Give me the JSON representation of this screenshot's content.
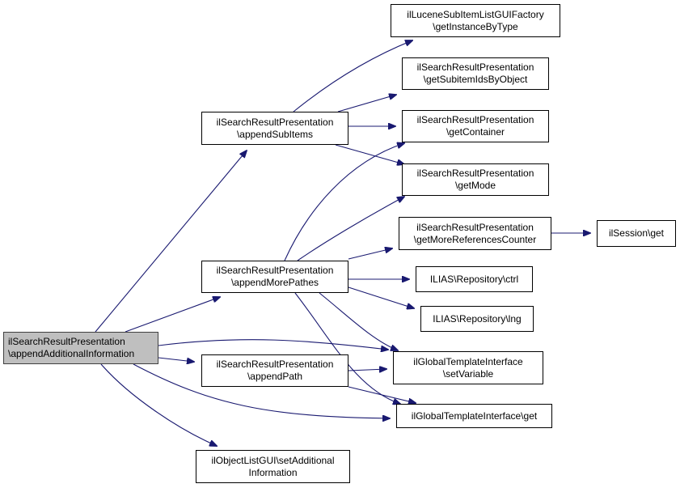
{
  "graph": {
    "type": "call-graph",
    "edge_color": "#191970",
    "root_fill": "#bfbfbf",
    "nodes": [
      {
        "id": "root",
        "lines": [
          "ilSearchResultPresentation",
          "\\appendAdditionalInformation"
        ],
        "root": true
      },
      {
        "id": "appendSubItems",
        "lines": [
          "ilSearchResultPresentation",
          "\\appendSubItems"
        ]
      },
      {
        "id": "appendMorePathes",
        "lines": [
          "ilSearchResultPresentation",
          "\\appendMorePathes"
        ]
      },
      {
        "id": "appendPath",
        "lines": [
          "ilSearchResultPresentation",
          "\\appendPath"
        ]
      },
      {
        "id": "setAdditionalInformation",
        "lines": [
          "ilObjectListGUI\\setAdditional",
          "Information"
        ]
      },
      {
        "id": "getInstanceByType",
        "lines": [
          "ilLuceneSubItemListGUIFactory",
          "\\getInstanceByType"
        ]
      },
      {
        "id": "getSubitemIdsByObject",
        "lines": [
          "ilSearchResultPresentation",
          "\\getSubitemIdsByObject"
        ]
      },
      {
        "id": "getContainer",
        "lines": [
          "ilSearchResultPresentation",
          "\\getContainer"
        ]
      },
      {
        "id": "getMode",
        "lines": [
          "ilSearchResultPresentation",
          "\\getMode"
        ]
      },
      {
        "id": "getMoreReferencesCounter",
        "lines": [
          "ilSearchResultPresentation",
          "\\getMoreReferencesCounter"
        ]
      },
      {
        "id": "sessionGet",
        "lines": [
          "ilSession\\get"
        ]
      },
      {
        "id": "repoCtrl",
        "lines": [
          "ILIAS\\Repository\\ctrl"
        ]
      },
      {
        "id": "repoLng",
        "lines": [
          "ILIAS\\Repository\\lng"
        ]
      },
      {
        "id": "setVariable",
        "lines": [
          "ilGlobalTemplateInterface",
          "\\setVariable"
        ]
      },
      {
        "id": "tplGet",
        "lines": [
          "ilGlobalTemplateInterface\\get"
        ]
      }
    ],
    "edges": [
      [
        "root",
        "appendSubItems"
      ],
      [
        "root",
        "appendMorePathes"
      ],
      [
        "root",
        "setVariable"
      ],
      [
        "root",
        "appendPath"
      ],
      [
        "root",
        "tplGet"
      ],
      [
        "root",
        "setAdditionalInformation"
      ],
      [
        "appendSubItems",
        "getInstanceByType"
      ],
      [
        "appendSubItems",
        "getSubitemIdsByObject"
      ],
      [
        "appendSubItems",
        "getContainer"
      ],
      [
        "appendSubItems",
        "getMode"
      ],
      [
        "appendMorePathes",
        "getContainer"
      ],
      [
        "appendMorePathes",
        "getMode"
      ],
      [
        "appendMorePathes",
        "getMoreReferencesCounter"
      ],
      [
        "appendMorePathes",
        "repoCtrl"
      ],
      [
        "appendMorePathes",
        "repoLng"
      ],
      [
        "appendMorePathes",
        "setVariable"
      ],
      [
        "appendMorePathes",
        "tplGet"
      ],
      [
        "appendPath",
        "setVariable"
      ],
      [
        "appendPath",
        "tplGet"
      ],
      [
        "getMoreReferencesCounter",
        "sessionGet"
      ]
    ]
  }
}
